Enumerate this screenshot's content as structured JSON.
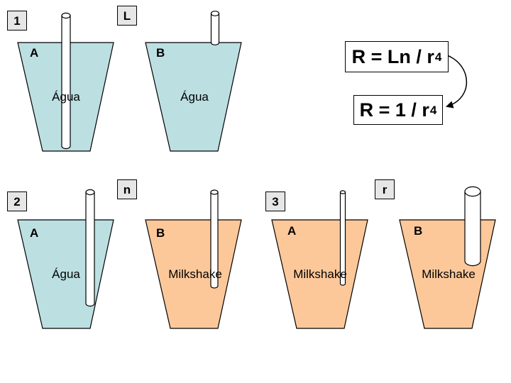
{
  "colors": {
    "water": "#bcdfe2",
    "milkshake": "#fcc89a",
    "outline": "#000000",
    "tube": "#ffffff",
    "tag_fill": "#e6e6e6"
  },
  "scenes": {
    "s1": {
      "number": "1",
      "tag": "L"
    },
    "s2": {
      "number": "2",
      "tag": "n"
    },
    "s3": {
      "number": "3",
      "tag": "r"
    }
  },
  "cups": {
    "c1a": {
      "letter": "A",
      "liquid": "Água",
      "liquid_type": "water"
    },
    "c1b": {
      "letter": "B",
      "liquid": "Água",
      "liquid_type": "water"
    },
    "c2a": {
      "letter": "A",
      "liquid": "Água",
      "liquid_type": "water"
    },
    "c2b": {
      "letter": "B",
      "liquid": "Milkshake",
      "liquid_type": "milkshake"
    },
    "c3a": {
      "letter": "A",
      "liquid": "Milkshake",
      "liquid_type": "milkshake"
    },
    "c3b": {
      "letter": "B",
      "liquid": "Milkshake",
      "liquid_type": "milkshake"
    }
  },
  "formulas": {
    "f1": {
      "text": "R = Ln / r",
      "exponent": "4"
    },
    "f2": {
      "text": "R = 1 / r",
      "exponent": "4"
    }
  }
}
